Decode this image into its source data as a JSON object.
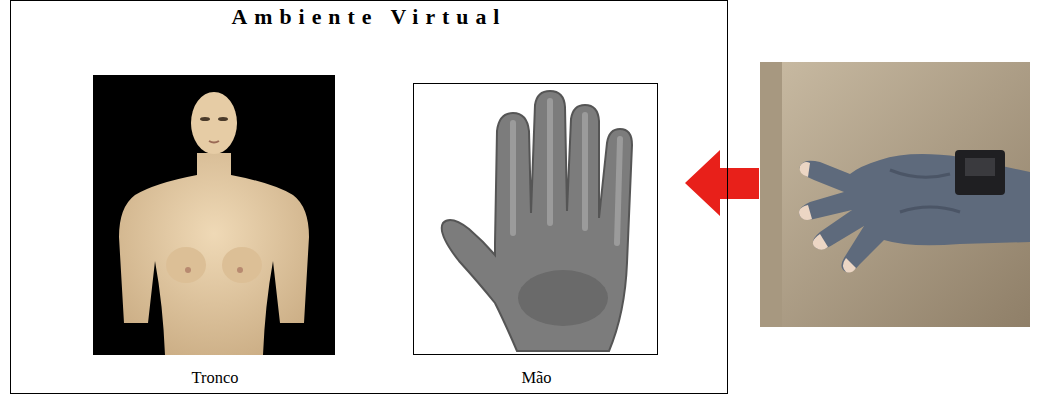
{
  "diagram": {
    "nodes": [
      {
        "text": [
          "Ambiente Virtual"
        ]
      },
      {
        "text": [
          "Tronco"
        ],
        "in": 0
      },
      {
        "text": [
          "Mão"
        ],
        "in": 0
      }
    ]
  }
}
